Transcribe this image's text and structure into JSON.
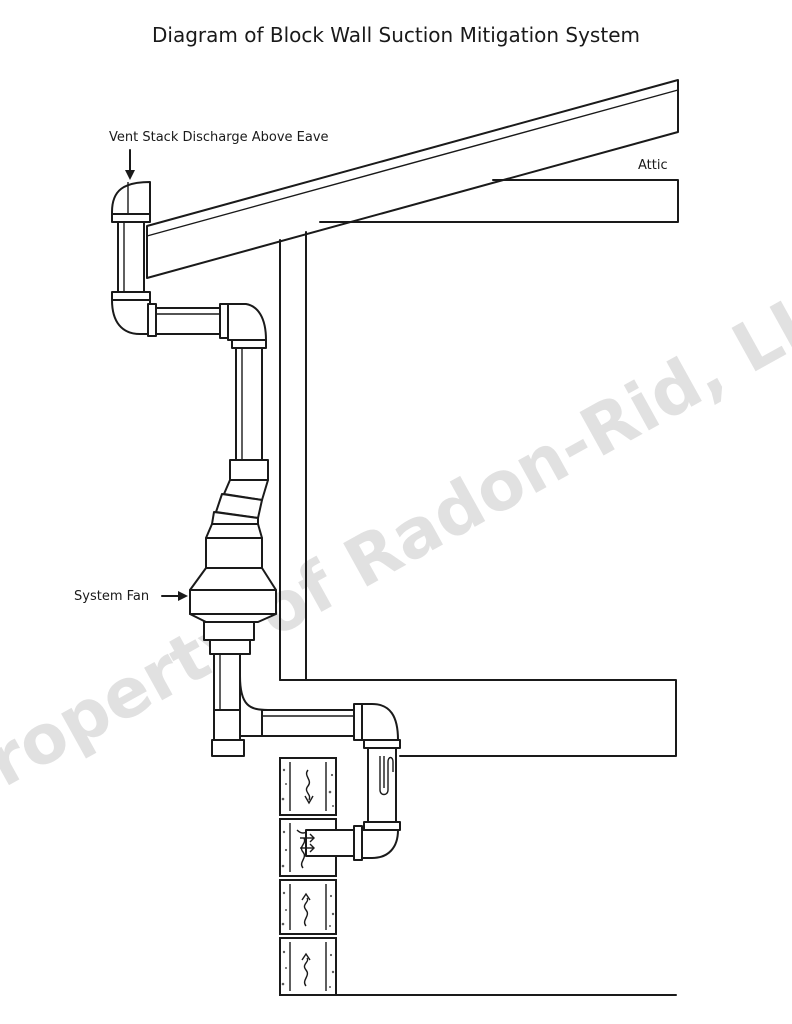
{
  "title": "Diagram of Block Wall Suction Mitigation System",
  "labels": {
    "vent_stack": "Vent Stack Discharge Above Eave",
    "attic": "Attic",
    "system_fan": "System Fan"
  },
  "watermark": "Property of Radon-Rid, LLC",
  "colors": {
    "line": "#1a1a1a",
    "watermark": "#d8d8d8",
    "background": "#ffffff"
  }
}
